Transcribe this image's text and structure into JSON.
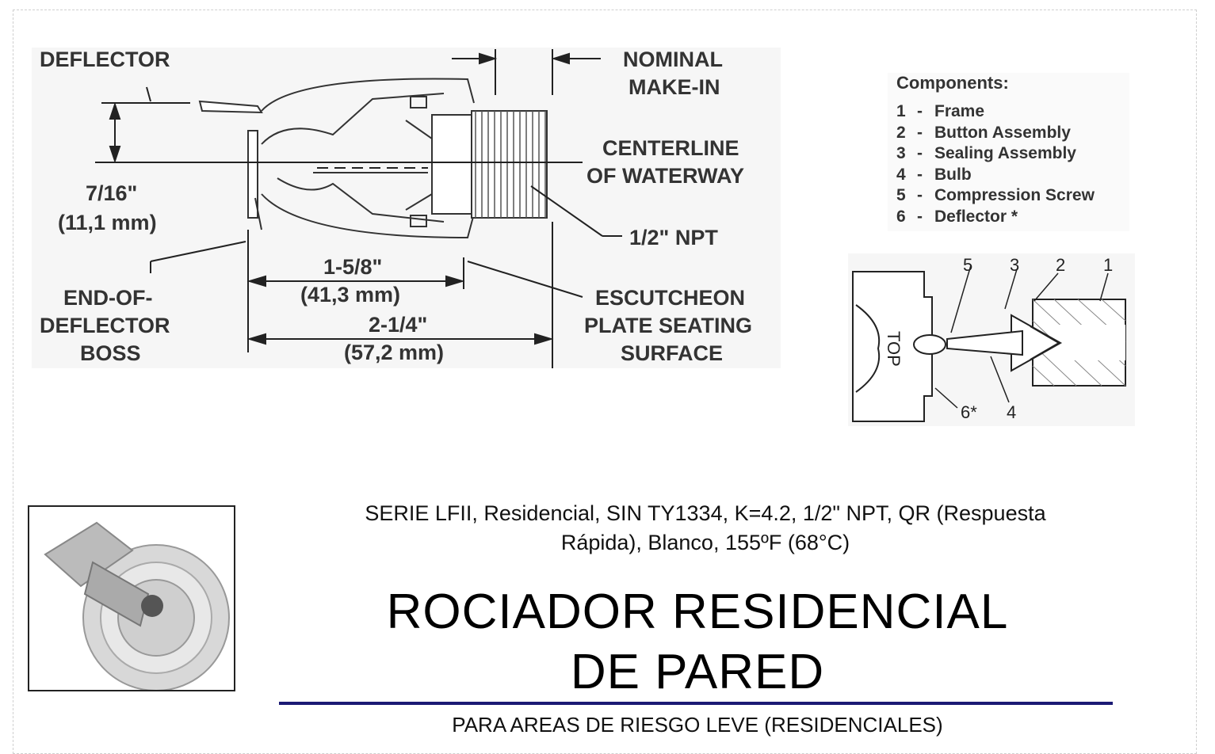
{
  "dimension_labels": {
    "deflector": "DEFLECTOR",
    "nominal_makein_1": "NOMINAL",
    "nominal_makein_2": "MAKE-IN",
    "centerline_1": "CENTERLINE",
    "centerline_2": "OF WATERWAY",
    "npt": "1/2\" NPT",
    "dim_7_16_a": "7/16\"",
    "dim_7_16_b": "(11,1 mm)",
    "end_1": "END-OF-",
    "end_2": "DEFLECTOR",
    "end_3": "BOSS",
    "dim_1_5_8_a": "1-5/8\"",
    "dim_1_5_8_b": "(41,3 mm)",
    "dim_2_1_4_a": "2-1/4\"",
    "dim_2_1_4_b": "(57,2 mm)",
    "escutcheon_1": "ESCUTCHEON",
    "escutcheon_2": "PLATE SEATING",
    "escutcheon_3": "SURFACE"
  },
  "components": {
    "title": "Components:",
    "items": [
      {
        "num": "1",
        "name": "Frame"
      },
      {
        "num": "2",
        "name": "Button Assembly"
      },
      {
        "num": "3",
        "name": "Sealing Assembly"
      },
      {
        "num": "4",
        "name": "Bulb"
      },
      {
        "num": "5",
        "name": "Compression Screw"
      },
      {
        "num": "6",
        "name": "Deflector *"
      }
    ]
  },
  "section_labels": {
    "n5": "5",
    "n3": "3",
    "n2": "2",
    "n1": "1",
    "n6": "6*",
    "n4": "4",
    "top": "TOP"
  },
  "product": {
    "subtitle_line1": "SERIE LFII, Residencial, SIN TY1334, K=4.2, 1/2\" NPT, QR (Respuesta",
    "subtitle_line2": "Rápida), Blanco, 155ºF (68°C)",
    "title_line1": "ROCIADOR RESIDENCIAL",
    "title_line2": "DE PARED",
    "footer": "PARA AREAS DE RIESGO LEVE (RESIDENCIALES)"
  },
  "colors": {
    "accent_rule": "#1b1a74"
  }
}
